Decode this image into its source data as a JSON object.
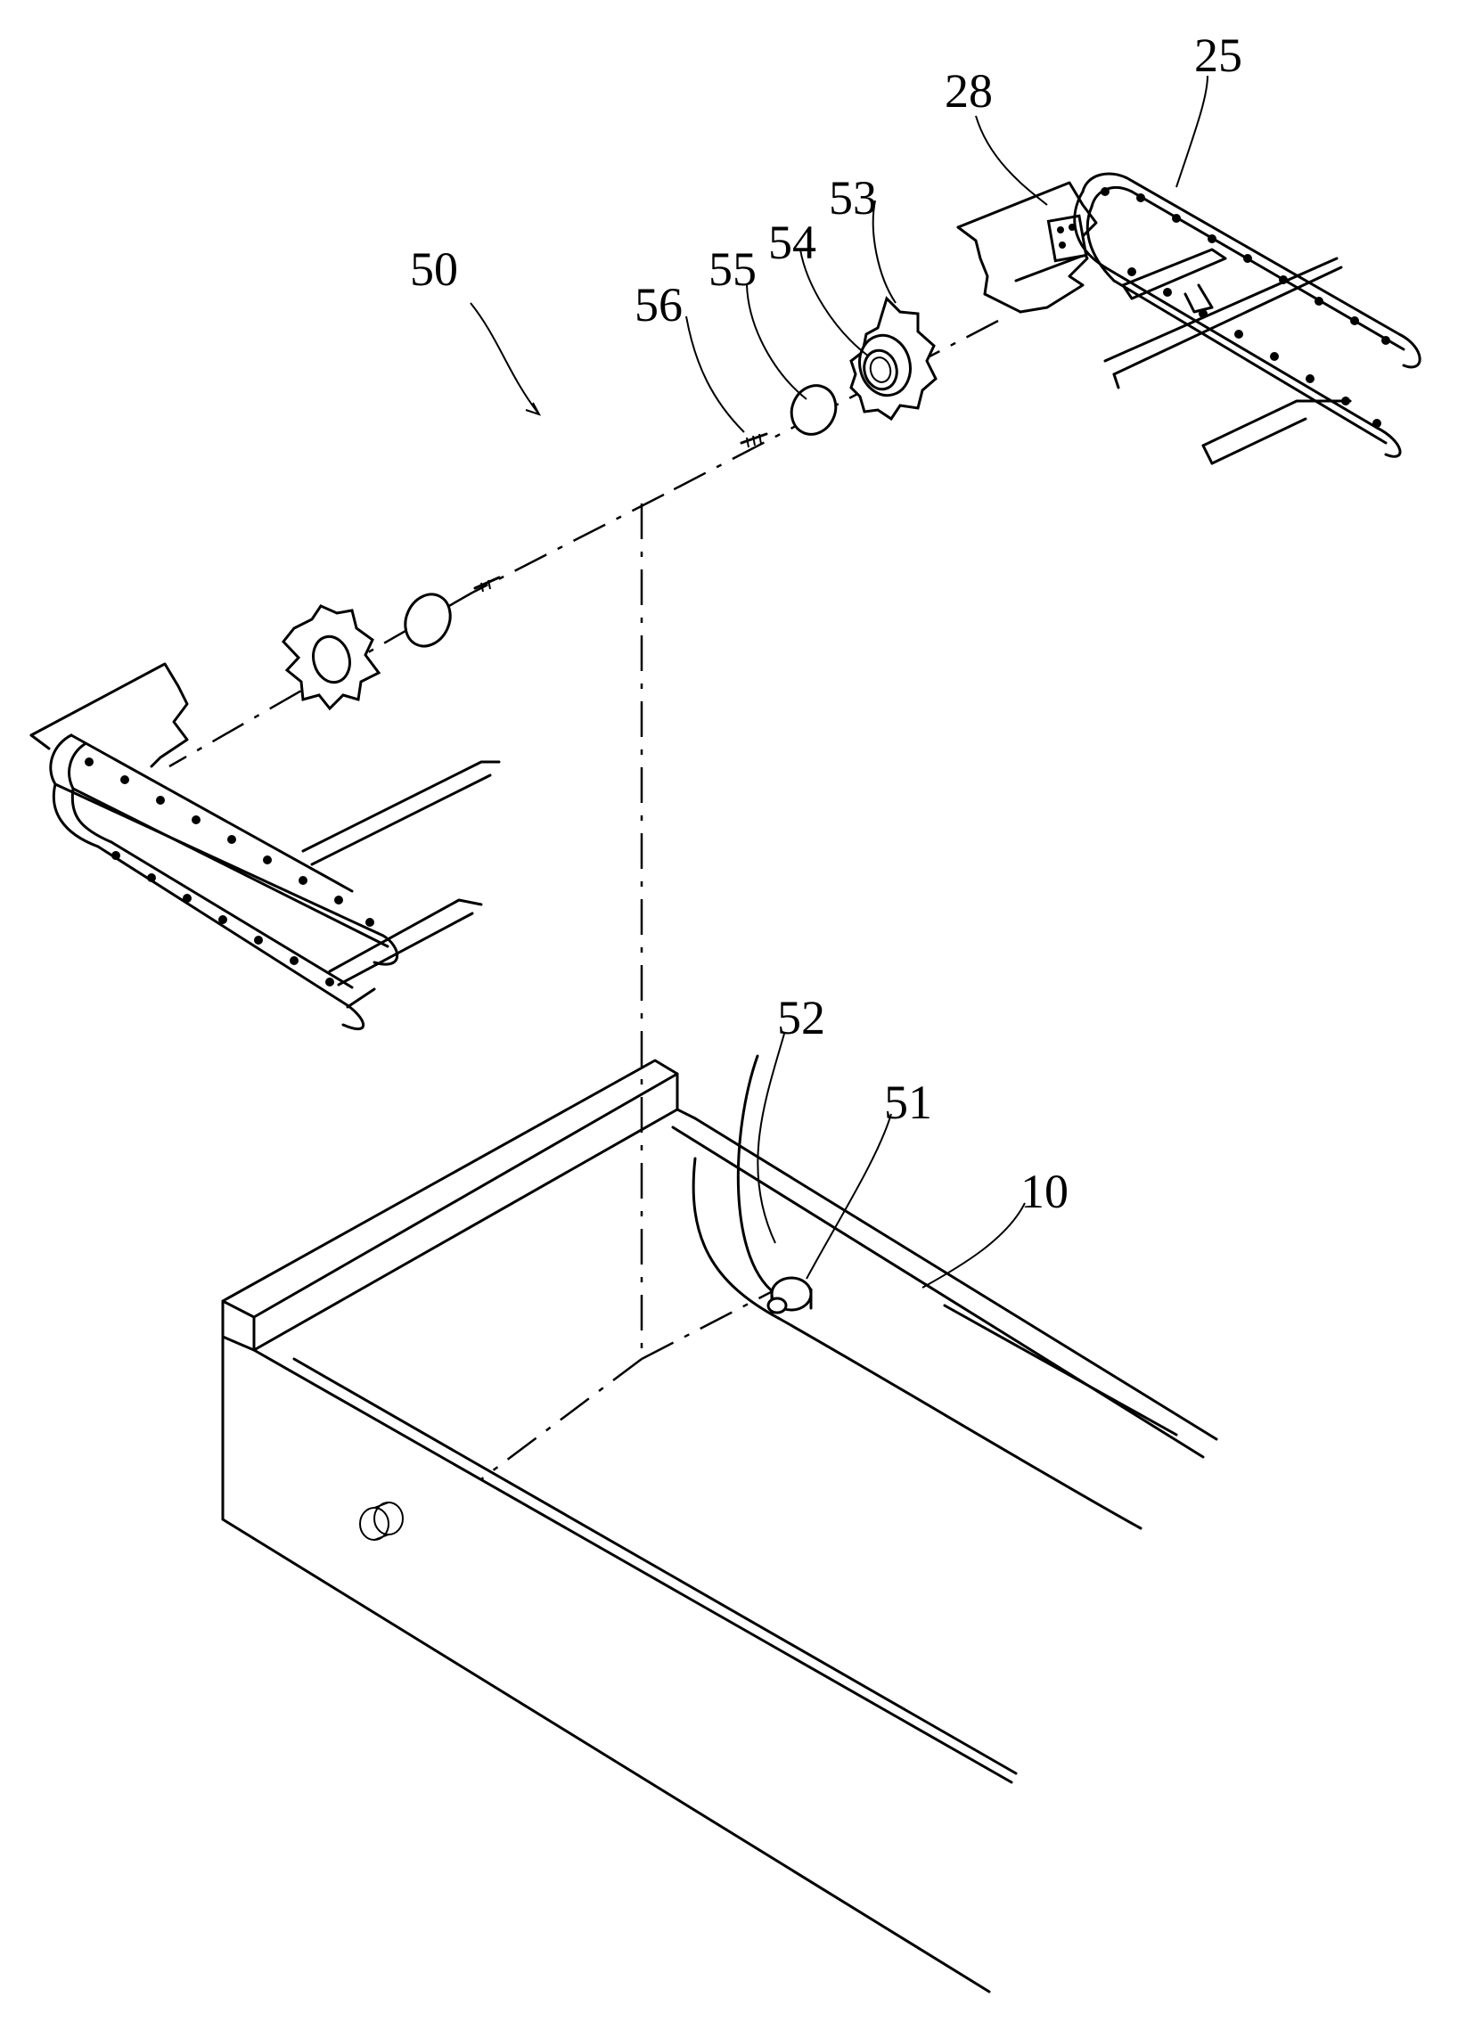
{
  "figure": {
    "labels": {
      "assembly": "50",
      "bracket": "28",
      "chain": "25",
      "sprocket": "53",
      "bearing": "54",
      "washer": "55",
      "screw": "56",
      "cable": "52",
      "shaft_stub": "51",
      "frame": "10"
    }
  }
}
